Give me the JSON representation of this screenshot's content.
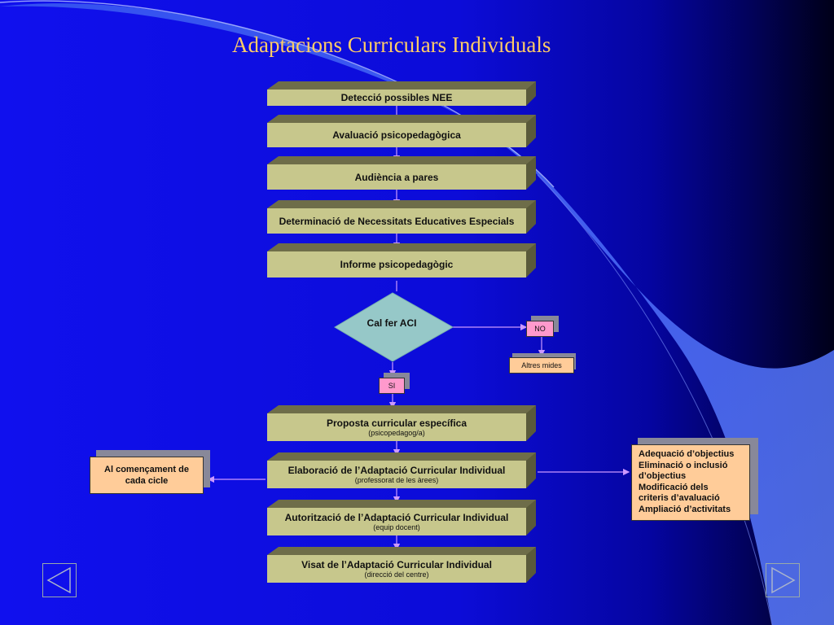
{
  "title": "Adaptacions Curriculars Individuals",
  "steps": [
    {
      "label": "Detecció possibles NEE"
    },
    {
      "label": "Avaluació psicopedagògica"
    },
    {
      "label": "Audiència a pares"
    },
    {
      "label": "Determinació de Necessitats Educatives Especials"
    },
    {
      "label": "Informe psicopedagògic"
    }
  ],
  "decision": {
    "label": "Cal fer ACI",
    "no_label": "NO",
    "no_outcome": "Altres mides",
    "yes_label": "SI"
  },
  "aci_steps": [
    {
      "label": "Proposta curricular específica",
      "sub": "(psicopedagog/a)"
    },
    {
      "label": "Elaboració de l’Adaptació Curricular Individual",
      "sub": "(professorat de les àrees)"
    },
    {
      "label": "Autorització de l’Adaptació Curricular Individual",
      "sub": "(equip docent)"
    },
    {
      "label": "Visat de l’Adaptació Curricular Individual",
      "sub": "(direcció del centre)"
    }
  ],
  "left_note": {
    "line1": "Al començament de",
    "line2": "cada cicle"
  },
  "right_note": {
    "lines": [
      "Adequació d’objectius",
      "Eliminació o inclusió",
      "d’objectius",
      "Modificació dels",
      "criteris d’avaluació",
      "Ampliació d’activitats"
    ]
  },
  "nav": {
    "prev": "previous-slide",
    "next": "next-slide"
  }
}
